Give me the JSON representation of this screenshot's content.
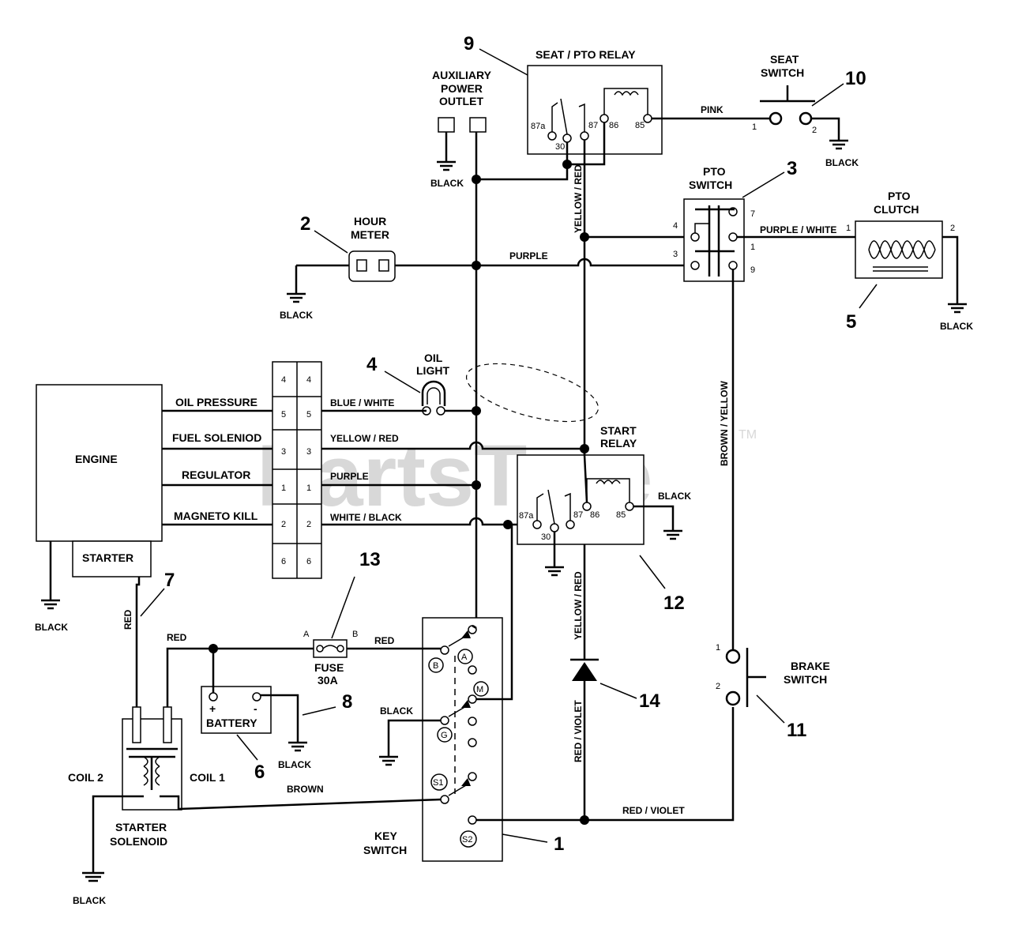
{
  "watermark": "PartsTree",
  "watermark_tm": "TM",
  "callouts": {
    "n1": "1",
    "n2": "2",
    "n3": "3",
    "n4": "4",
    "n5": "5",
    "n6": "6",
    "n7": "7",
    "n8": "8",
    "n9": "9",
    "n10": "10",
    "n11": "11",
    "n12": "12",
    "n13": "13",
    "n14": "14"
  },
  "components": {
    "seat_pto_relay": "SEAT / PTO RELAY",
    "aux_power_1": "AUXILIARY",
    "aux_power_2": "POWER",
    "aux_power_3": "OUTLET",
    "seat_switch_1": "SEAT",
    "seat_switch_2": "SWITCH",
    "pto_switch_1": "PTO",
    "pto_switch_2": "SWITCH",
    "pto_clutch_1": "PTO",
    "pto_clutch_2": "CLUTCH",
    "hour_meter_1": "HOUR",
    "hour_meter_2": "METER",
    "oil_light_1": "OIL",
    "oil_light_2": "LIGHT",
    "engine": "ENGINE",
    "starter": "STARTER",
    "start_relay_1": "START",
    "start_relay_2": "RELAY",
    "fuse_1": "FUSE",
    "fuse_2": "30A",
    "battery": "BATTERY",
    "starter_solenoid_1": "STARTER",
    "starter_solenoid_2": "SOLENOID",
    "coil1": "COIL 1",
    "coil2": "COIL 2",
    "key_switch_1": "KEY",
    "key_switch_2": "SWITCH",
    "brake_switch_1": "BRAKE",
    "brake_switch_2": "SWITCH"
  },
  "engine_terminals": [
    "OIL PRESSURE",
    "FUEL SOLENIOD",
    "REGULATOR",
    "MAGNETO KILL"
  ],
  "connector_pins": [
    "4",
    "5",
    "3",
    "1",
    "2",
    "6"
  ],
  "wires": {
    "pink": "PINK",
    "black": "BLACK",
    "yellow_red": "YELLOW / RED",
    "purple": "PURPLE",
    "purple_white": "PURPLE / WHITE",
    "blue_white": "BLUE / WHITE",
    "white_black": "WHITE / BLACK",
    "brown_yellow": "BROWN / YELLOW",
    "red": "RED",
    "red_violet": "RED / VIOLET",
    "brown": "BROWN"
  },
  "terminals": {
    "relay": [
      "87a",
      "30",
      "87",
      "86",
      "85"
    ],
    "pto": [
      "4",
      "3",
      "7",
      "1",
      "9"
    ],
    "pin1": "1",
    "pin2": "2",
    "fuse_a": "A",
    "fuse_b": "B",
    "plus": "+",
    "minus": "-",
    "key": [
      "B",
      "A",
      "M",
      "G",
      "S1",
      "S2"
    ]
  }
}
